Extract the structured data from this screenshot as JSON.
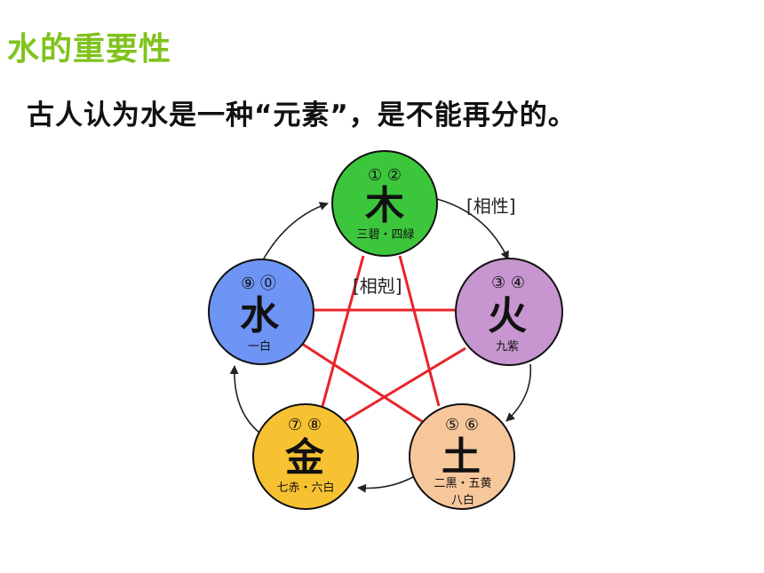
{
  "title": "水的重要性",
  "subtitle": "古人认为水是一种“元素”，是不能再分的。",
  "diagram": {
    "generating_label": "[相性]",
    "overcoming_label": "[相剋]",
    "colors": {
      "wood": "#3cc63c",
      "fire": "#c796d0",
      "earth": "#f7c79c",
      "metal": "#f7c231",
      "water": "#6e95f5",
      "star_lines": "#e8242b",
      "cycle_arrows": "#222222"
    },
    "elements": {
      "wood": {
        "char": "木",
        "numbers": "① ②",
        "caption": "三碧・四緑"
      },
      "fire": {
        "char": "火",
        "numbers": "③ ④",
        "caption": "九紫"
      },
      "earth": {
        "char": "土",
        "numbers": "⑤ ⑥",
        "caption": "二黒・五黄",
        "caption2": "八白"
      },
      "metal": {
        "char": "金",
        "numbers": "⑦ ⑧",
        "caption": "七赤・六白"
      },
      "water": {
        "char": "水",
        "numbers": "⑨ ⓪",
        "caption": "一白"
      }
    }
  }
}
